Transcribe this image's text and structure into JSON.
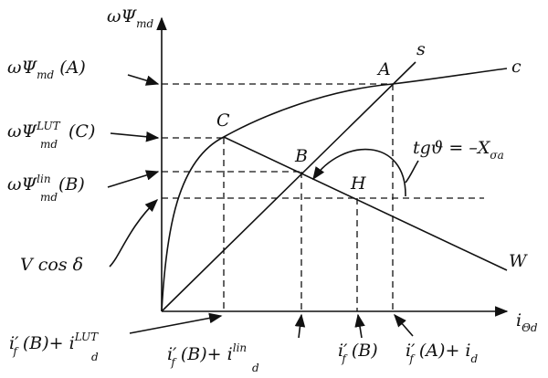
{
  "axes": {
    "y_label": "ωΨ",
    "y_label_sub": "md",
    "x_label": "i",
    "x_label_sub": "Θd"
  },
  "curves": {
    "c_label": "c",
    "s_label": "s",
    "w_label": "W"
  },
  "points": {
    "a": "A",
    "b": "B",
    "c": "C",
    "h": "H"
  },
  "annotation": {
    "text": "tgϑ = –X",
    "sub": "σa"
  },
  "left_labels": {
    "a_main": "ωΨ",
    "a_sub": "md",
    "a_arg": " (A)",
    "c_main": "ωΨ",
    "c_sup": "LUT",
    "c_sub": "md",
    "c_arg": "(C)",
    "b_main": "ωΨ",
    "b_sup": "lin",
    "b_sub": "md",
    "b_arg": " (B)",
    "v": "V cos δ"
  },
  "bottom_labels": {
    "l1_i": "i",
    "l1_sub": "f",
    "l1_arg": " (B)+ ",
    "l1_i2": "i",
    "l1_sup2": "LUT",
    "l1_sub2": "d",
    "l2_i": "i",
    "l2_sub": "f",
    "l2_arg": " (B)+ ",
    "l2_i2": "i",
    "l2_sup2": "lin",
    "l2_sub2": "d",
    "l3_i": "i",
    "l3_sub": "f",
    "l3_arg": " (B)",
    "l4_i": "i",
    "l4_sub": "f",
    "l4_arg": " (A)+ ",
    "l4_i2": "i",
    "l4_sub2": "d",
    "prime": "′"
  }
}
